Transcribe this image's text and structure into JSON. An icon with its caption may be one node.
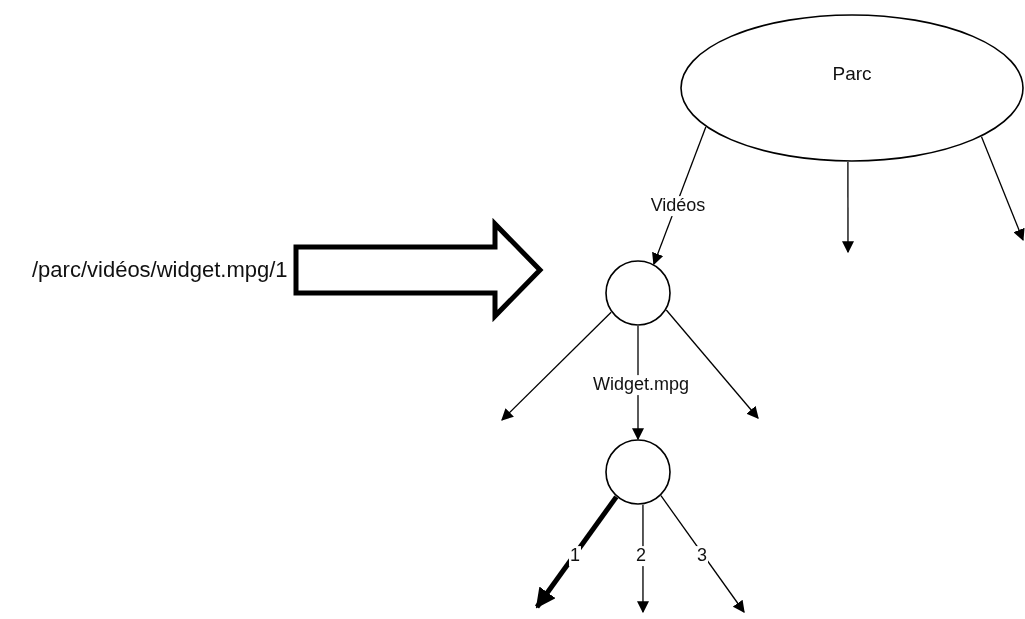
{
  "diagram": {
    "nodes": [
      {
        "text": [
          "/parc/vidéos/widget.mpg/1"
        ]
      },
      {
        "text": [
          "Parc"
        ]
      },
      {
        "text": [],
        "shape": "circle"
      },
      {
        "text": [],
        "shape": "circle"
      }
    ],
    "edges": [
      {
        "from": 0,
        "to": null,
        "arrow": "to",
        "style": "thick"
      },
      {
        "from": 1,
        "to": 2,
        "arrow": "to",
        "label": "Vidéos"
      },
      {
        "from": 1,
        "to": null,
        "arrow": "to"
      },
      {
        "from": 1,
        "to": null,
        "arrow": "to"
      },
      {
        "from": 2,
        "to": null,
        "arrow": "to"
      },
      {
        "from": 2,
        "to": 3,
        "arrow": "to",
        "label": "Widget.mpg"
      },
      {
        "from": 2,
        "to": null,
        "arrow": "to"
      },
      {
        "from": 3,
        "to": null,
        "arrow": "to",
        "label": "1",
        "style": "thick"
      },
      {
        "from": 3,
        "to": null,
        "arrow": "to",
        "label": "2"
      },
      {
        "from": 3,
        "to": null,
        "arrow": "to",
        "label": "3"
      }
    ]
  }
}
